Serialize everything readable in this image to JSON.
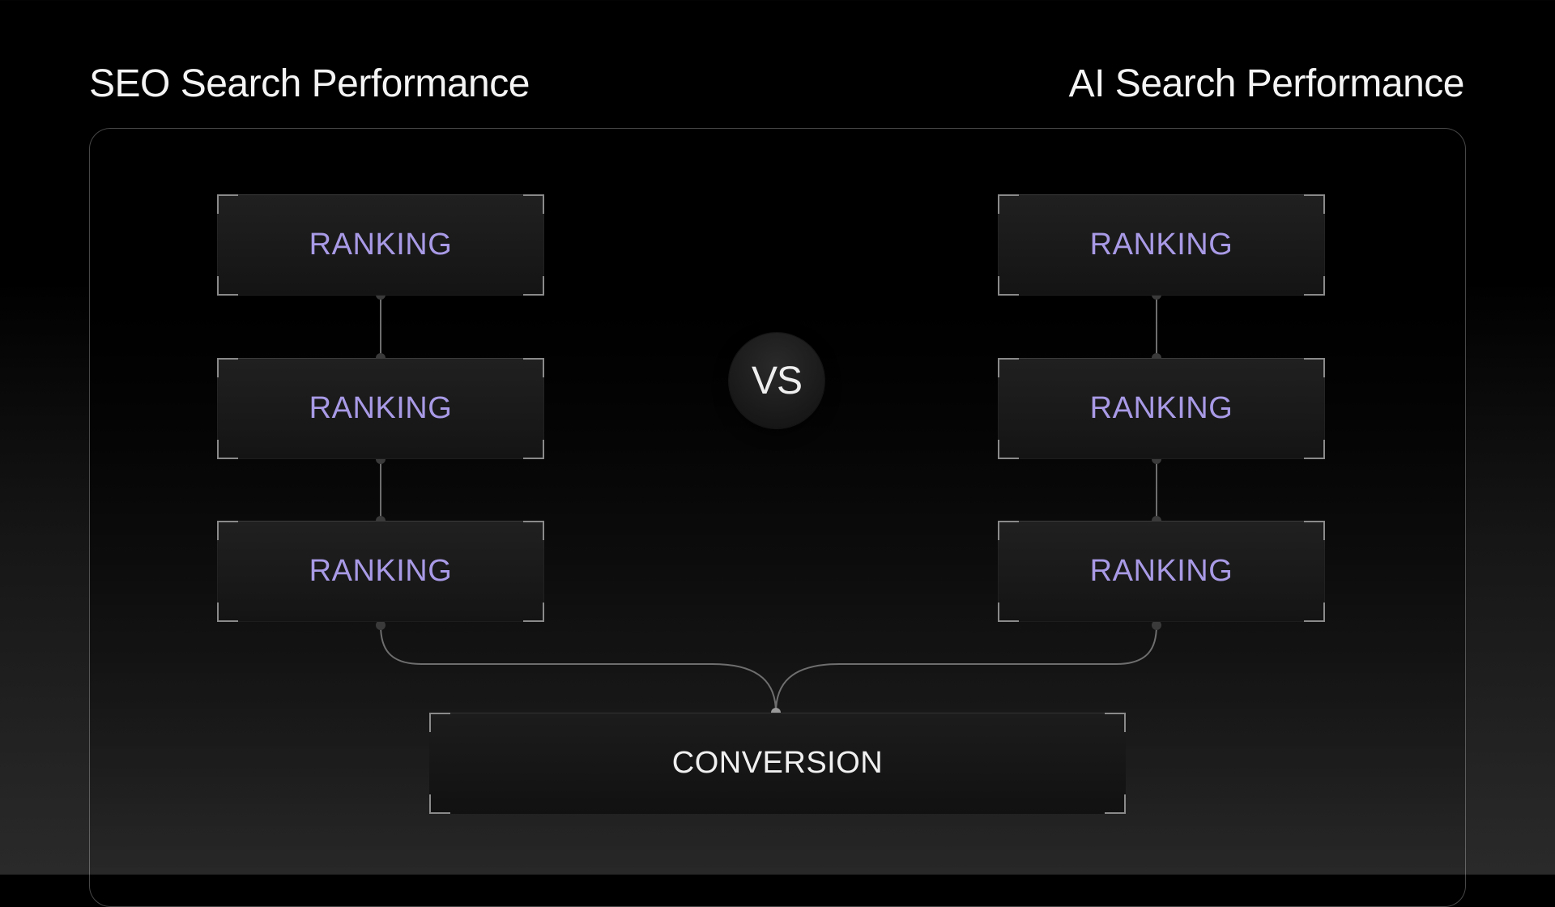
{
  "titles": {
    "left": "SEO Search Performance",
    "right": "AI Search Performance"
  },
  "columns": {
    "left": {
      "nodes": [
        "RANKING",
        "RANKING",
        "RANKING"
      ]
    },
    "right": {
      "nodes": [
        "RANKING",
        "RANKING",
        "RANKING"
      ]
    }
  },
  "vs_label": "VS",
  "result": {
    "label": "CONVERSION"
  },
  "colors": {
    "node_text": "#a99ae6",
    "result_text": "#f0f0f0",
    "connector": "#6e6e6e",
    "corner_bracket": "#8a8a8a"
  }
}
